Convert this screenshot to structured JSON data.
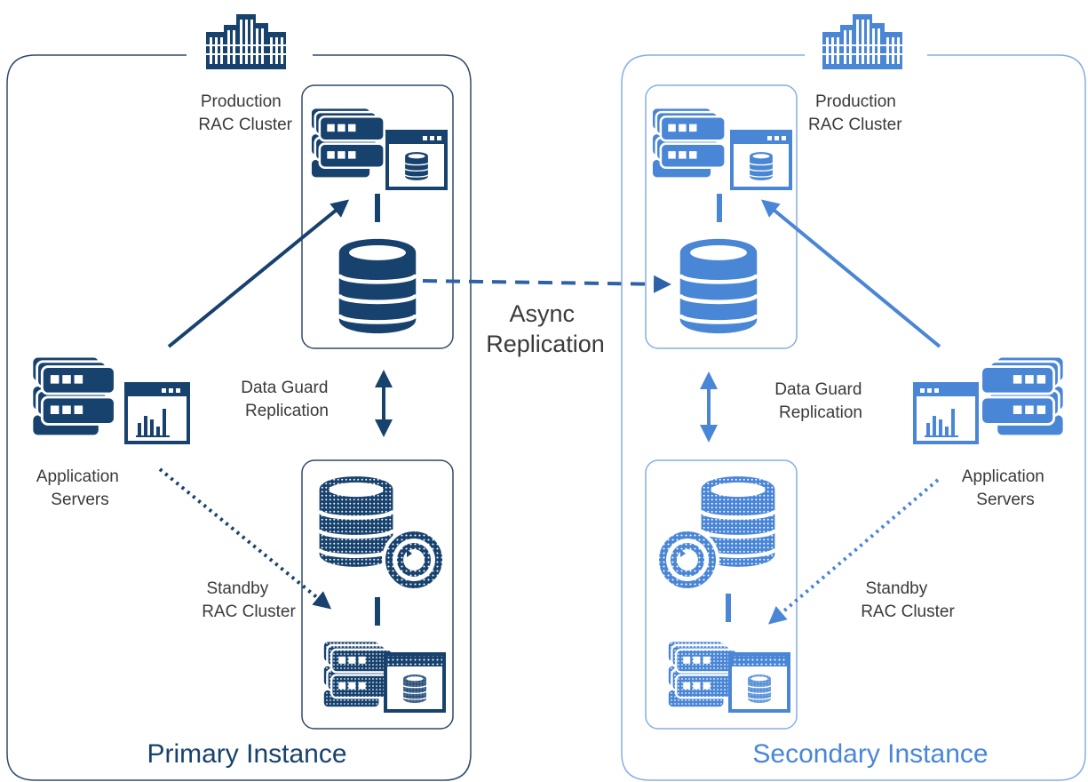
{
  "title": "",
  "colors": {
    "primary": "#18426e",
    "secondary": "#4a86d6",
    "text": "#3a3a3a",
    "frame_primary": "#2e4a6b",
    "frame_secondary": "#86aee3"
  },
  "primary_instance": {
    "title": "Primary Instance",
    "production_label": [
      "Production",
      "RAC Cluster"
    ],
    "standby_label": [
      "Standby",
      "RAC Cluster"
    ],
    "dataguard_label": [
      "Data Guard",
      "Replication"
    ],
    "app_label": [
      "Application",
      "Servers"
    ]
  },
  "secondary_instance": {
    "title": "Secondary Instance",
    "production_label": [
      "Production",
      "RAC Cluster"
    ],
    "standby_label": [
      "Standby",
      "RAC Cluster"
    ],
    "dataguard_label": [
      "Data Guard",
      "Replication"
    ],
    "app_label": [
      "Application",
      "Servers"
    ]
  },
  "async_label": [
    "Async",
    "Replication"
  ],
  "icons": [
    "building-icon",
    "server-stack-icon",
    "database-icon",
    "database-sync-icon",
    "app-server-chart-icon"
  ]
}
